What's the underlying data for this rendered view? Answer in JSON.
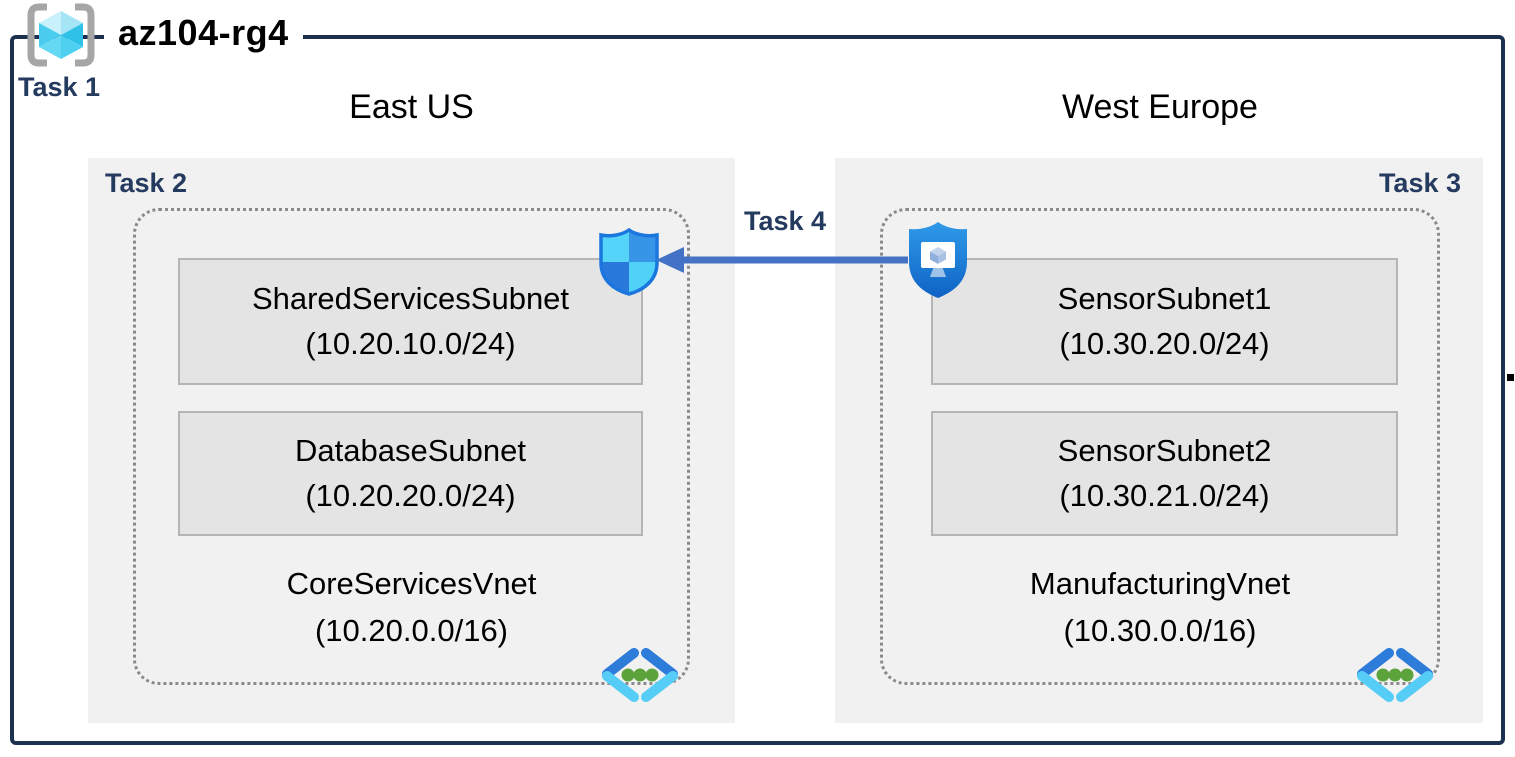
{
  "diagram": {
    "title": "az104-rg4",
    "resource_group_task": "Task 1",
    "connection": {
      "label": "Task 4",
      "direction": "right-to-left"
    },
    "icons": {
      "resource_group": "resource-group-icon",
      "nsg": "network-security-group-shield-icon",
      "bastion": "bastion-shield-monitor-icon",
      "vnet": "virtual-network-chevrons-icon"
    },
    "colors": {
      "border_navy": "#1c3050",
      "task_text": "#243a5e",
      "region_fill": "#f1f1f1",
      "subnet_fill": "#e4e4e4",
      "subnet_border": "#b5b5b5",
      "dotted_border": "#8a8a8a",
      "arrow_blue": "#4472c4"
    },
    "regions": [
      {
        "name": "East US",
        "task": "Task 2",
        "vnet_name": "CoreServicesVnet",
        "vnet_cidr": "(10.20.0.0/16)",
        "subnets": [
          {
            "name": "SharedServicesSubnet",
            "cidr": "(10.20.10.0/24)"
          },
          {
            "name": "DatabaseSubnet",
            "cidr": "(10.20.20.0/24)"
          }
        ]
      },
      {
        "name": "West Europe",
        "task": "Task 3",
        "vnet_name": "ManufacturingVnet",
        "vnet_cidr": "(10.30.0.0/16)",
        "subnets": [
          {
            "name": "SensorSubnet1",
            "cidr": "(10.30.20.0/24)"
          },
          {
            "name": "SensorSubnet2",
            "cidr": "(10.30.21.0/24)"
          }
        ]
      }
    ]
  }
}
